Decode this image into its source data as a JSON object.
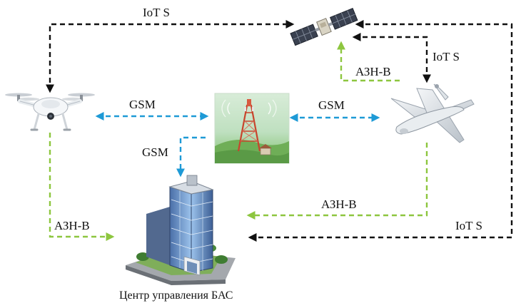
{
  "labels": {
    "iot_top": "IoT S",
    "iot_right": "IoT S",
    "iot_bottom": "IoT S",
    "gsm_left": "GSM",
    "gsm_right": "GSM",
    "gsm_down": "GSM",
    "adsb_top": "АЗН-В",
    "adsb_middle": "АЗН-В",
    "adsb_left": "АЗН-В",
    "caption": "Центр управления БАС"
  },
  "colors": {
    "iot": "#111111",
    "gsm": "#1e9ad6",
    "adsb": "#8dc63f"
  },
  "icons": {
    "satellite": "satellite-icon",
    "quadcopter": "quadcopter-drone-icon",
    "tower": "cell-tower-icon",
    "fixed_wing": "fixed-wing-drone-icon",
    "building": "control-center-building-icon"
  }
}
